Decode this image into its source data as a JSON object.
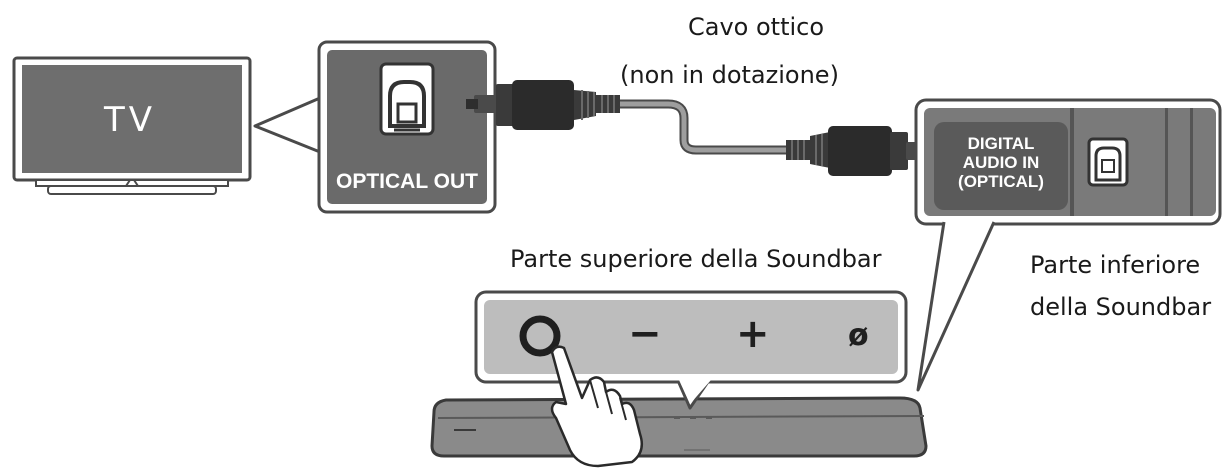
{
  "cable": {
    "title": "Cavo ottico",
    "note": "(non in dotazione)"
  },
  "tv": {
    "label": "TV",
    "port_label": "OPTICAL OUT"
  },
  "soundbar": {
    "top_label": "Parte superiore della Soundbar",
    "bottom_label_line1": "Parte inferiore",
    "bottom_label_line2": "della Soundbar",
    "port_label": [
      "DIGITAL",
      "AUDIO IN",
      "(OPTICAL)"
    ]
  },
  "buttons": {
    "minus": "−",
    "plus": "+",
    "multi": "ø"
  }
}
